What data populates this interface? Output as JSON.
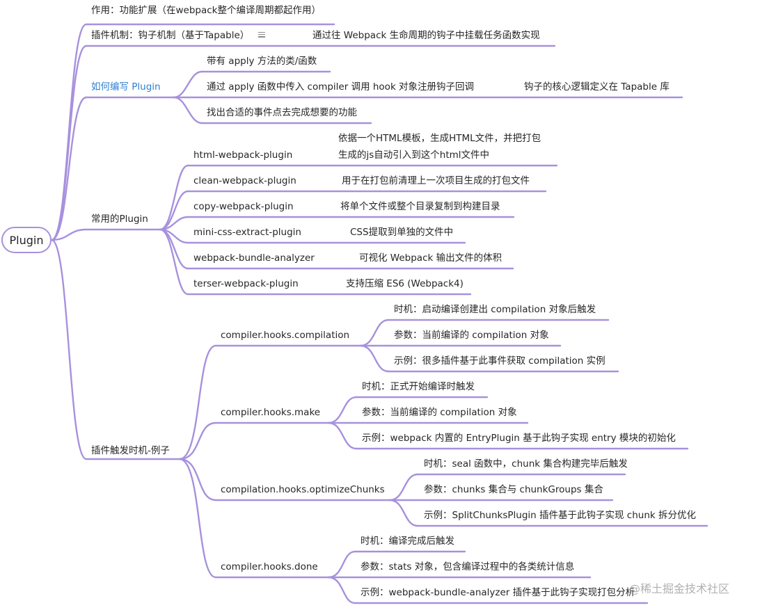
{
  "root": "Plugin",
  "n_role": "作用：功能扩展（在webpack整个编译周期都起作用）",
  "n_mechanism": "插件机制：钩子机制（基于Tapable）",
  "n_mechanism_note": "通过往 Webpack 生命周期的钩子中挂载任务函数实现",
  "n_howto": "如何编写 Plugin",
  "n_howto_1": "带有 apply 方法的类/函数",
  "n_howto_2": "通过 apply 函数中传入 compiler 调用 hook 对象注册钩子回调",
  "n_howto_2_note": "钩子的核心逻辑定义在 Tapable 库",
  "n_howto_3": "找出合适的事件点去完成想要的功能",
  "n_common": "常用的Plugin",
  "n_p1": "html-webpack-plugin",
  "n_p1_d1": "依据一个HTML模板，生成HTML文件，并把打包",
  "n_p1_d2": "生成的js自动引入到这个html文件中",
  "n_p2": "clean-webpack-plugin",
  "n_p2_d": "用于在打包前清理上一次项目生成的打包文件",
  "n_p3": "copy-webpack-plugin",
  "n_p3_d": "将单个文件或整个目录复制到构建目录",
  "n_p4": "mini-css-extract-plugin",
  "n_p4_d": "CSS提取到单独的文件中",
  "n_p5": "webpack-bundle-analyzer",
  "n_p5_d": "可视化 Webpack 输出文件的体积",
  "n_p6": "terser-webpack-plugin",
  "n_p6_d": "支持压缩 ES6 (Webpack4)",
  "n_trigger": "插件触发时机-例子",
  "n_h1": "compiler.hooks.compilation",
  "n_h1_a": "时机：启动编译创建出 compilation 对象后触发",
  "n_h1_b": "参数：当前编译的 compilation 对象",
  "n_h1_c": "示例：很多插件基于此事件获取 compilation 实例",
  "n_h2": "compiler.hooks.make",
  "n_h2_a": "时机：正式开始编译时触发",
  "n_h2_b": "参数：当前编译的 compilation 对象",
  "n_h2_c": "示例：webpack 内置的 EntryPlugin 基于此钩子实现 entry 模块的初始化",
  "n_h3": "compilation.hooks.optimizeChunks",
  "n_h3_a": "时机：seal 函数中，chunk 集合构建完毕后触发",
  "n_h3_b": "参数：chunks 集合与 chunkGroups 集合",
  "n_h3_c": "示例：SplitChunksPlugin 插件基于此钩子实现 chunk 拆分优化",
  "n_h4": "compiler.hooks.done",
  "n_h4_a": "时机：编译完成后触发",
  "n_h4_b": "参数：stats 对象，包含编译过程中的各类统计信息",
  "n_h4_c": "示例：webpack-bundle-analyzer 插件基于此钩子实现打包分析",
  "watermark": "@稀土掘金技术社区",
  "colors": {
    "branch": "#a791dd",
    "highlight_text": "#2f7fd1",
    "text": "#262626"
  }
}
